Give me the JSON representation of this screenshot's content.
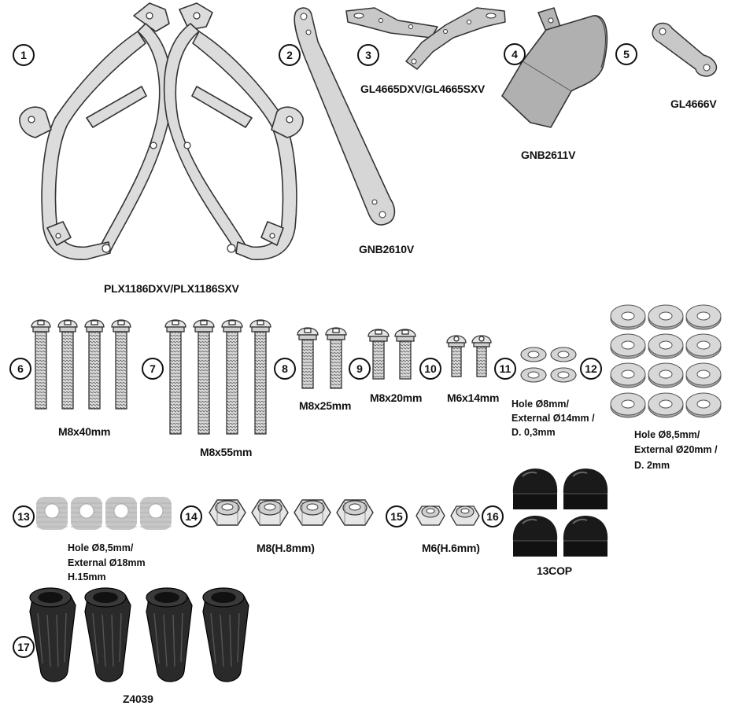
{
  "callouts": [
    "1",
    "2",
    "3",
    "4",
    "5",
    "6",
    "7",
    "8",
    "9",
    "10",
    "11",
    "12",
    "13",
    "14",
    "15",
    "16",
    "17"
  ],
  "parts": {
    "p1": "PLX1186DXV/PLX1186SXV",
    "p2": "GNB2610V",
    "p3": "GL4665DXV/GL4665SXV",
    "p4": "GNB2611V",
    "p5": "GL4666V",
    "p6": "M8x40mm",
    "p7": "M8x55mm",
    "p8": "M8x25mm",
    "p9": "M8x20mm",
    "p10": "M6x14mm",
    "p11": [
      "Hole Ø8mm/",
      "External Ø14mm /",
      "D. 0,3mm"
    ],
    "p12": [
      "Hole Ø8,5mm/",
      "External Ø20mm /",
      "D. 2mm"
    ],
    "p13": [
      "Hole Ø8,5mm/",
      "External Ø18mm",
      "H.15mm"
    ],
    "p14": "M8(H.8mm)",
    "p15": "M6(H.6mm)",
    "p16": "13COP",
    "p17": "Z4039"
  },
  "colors": {
    "metal_light": "#dcdcdc",
    "metal_mid": "#b9b9b9",
    "outline": "#333333",
    "rubber": "#1a1a1a",
    "spacer": "#c8c8c8"
  }
}
